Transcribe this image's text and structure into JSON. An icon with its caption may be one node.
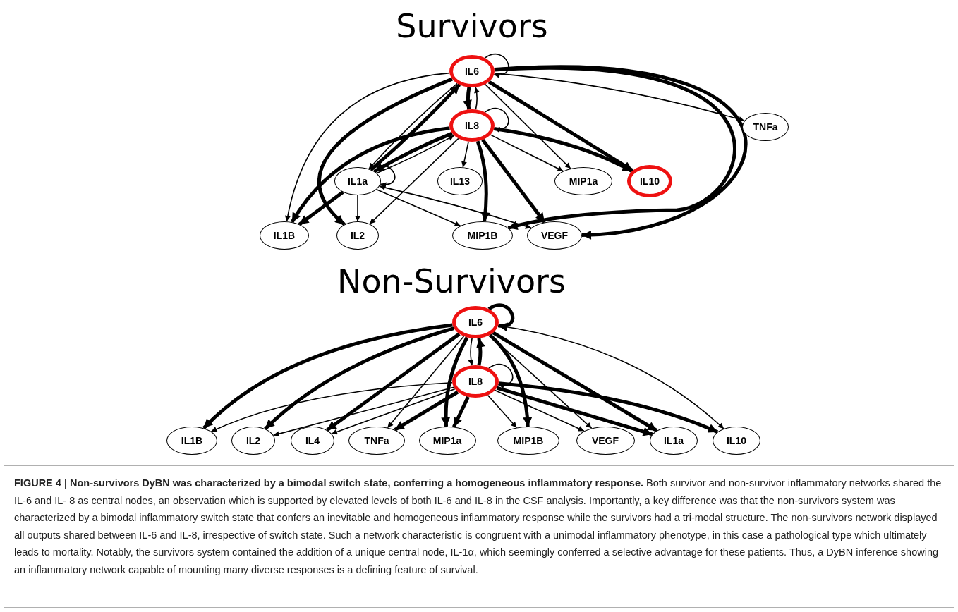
{
  "diagram": {
    "caption": "**FIGURE 4 | Non-survivors DyBN was characterized by a bimodal switch state, conferring a homogeneous inflammatory response.** Both survivor and non-survivor inflammatory networks shared the IL-6 and IL- 8 as central nodes, an observation which is supported by elevated levels of both IL-6 and IL-8 in the CSF analysis. Importantly, a key difference was that the non-survivors system was characterized by a bimodal inflammatory switch state that confers an inevitable and homogeneous inflammatory response while the survivors had a tri-modal structure. The non-survivors network displayed all outputs shared between IL-6 and IL-8, irrespective of switch state. Such a network characteristic is congruent with a unimodal inflammatory phenotype, in this case a pathological type which ultimately leads to mortality. Notably, the survivors system contained the addition of a unique central node, IL-1α, which seemingly conferred a selective advantage for these patients. Thus, a DyBN inference showing an inflammatory network capable of mounting many diverse responses is a defining feature of survival.",
    "labels": [
      "Survivors",
      "Non-Survivors"
    ],
    "nodes": [
      {
        "text": [
          "IL6"
        ]
      },
      {
        "text": [
          "IL8"
        ]
      },
      {
        "text": [
          "TNFa"
        ]
      },
      {
        "text": [
          "IL1a"
        ]
      },
      {
        "text": [
          "IL13"
        ]
      },
      {
        "text": [
          "MIP1a"
        ]
      },
      {
        "text": [
          "IL10"
        ]
      },
      {
        "text": [
          "IL1B"
        ]
      },
      {
        "text": [
          "IL2"
        ]
      },
      {
        "text": [
          "MIP1B"
        ]
      },
      {
        "text": [
          "VEGF"
        ]
      },
      {
        "text": [
          "IL6"
        ]
      },
      {
        "text": [
          "IL8"
        ]
      },
      {
        "text": [
          "IL1B"
        ]
      },
      {
        "text": [
          "IL2"
        ]
      },
      {
        "text": [
          "IL4"
        ]
      },
      {
        "text": [
          "TNFa"
        ]
      },
      {
        "text": [
          "MIP1a"
        ]
      },
      {
        "text": [
          "MIP1B"
        ]
      },
      {
        "text": [
          "VEGF"
        ]
      },
      {
        "text": [
          "IL1a"
        ]
      },
      {
        "text": [
          "IL10"
        ]
      }
    ],
    "edges": [
      {
        "from": 0,
        "to": 0,
        "arrow": "to"
      },
      {
        "from": 0,
        "to": 1,
        "arrow": "to",
        "style": "thick"
      },
      {
        "from": 1,
        "to": 0,
        "arrow": "to"
      },
      {
        "from": 1,
        "to": 1,
        "arrow": "to"
      },
      {
        "from": 0,
        "to": 7,
        "arrow": "to"
      },
      {
        "from": 0,
        "to": 8,
        "arrow": "to",
        "style": "thick"
      },
      {
        "from": 1,
        "to": 7,
        "arrow": "to",
        "style": "thick"
      },
      {
        "from": 0,
        "to": 3,
        "arrow": "to"
      },
      {
        "from": 3,
        "to": 0,
        "arrow": "to",
        "style": "thick"
      },
      {
        "from": 1,
        "to": 3,
        "arrow": "to",
        "style": "thick"
      },
      {
        "from": 3,
        "to": 1,
        "arrow": "to"
      },
      {
        "from": 3,
        "to": 3,
        "arrow": "to"
      },
      {
        "from": 3,
        "to": 7,
        "arrow": "to",
        "style": "thick"
      },
      {
        "from": 3,
        "to": 8,
        "arrow": "to"
      },
      {
        "from": 3,
        "to": 9,
        "arrow": "to"
      },
      {
        "from": 3,
        "to": 10,
        "arrow": "both"
      },
      {
        "from": 1,
        "to": 8,
        "arrow": "to"
      },
      {
        "from": 1,
        "to": 4,
        "arrow": "to"
      },
      {
        "from": 1,
        "to": 9,
        "arrow": "to",
        "style": "thick"
      },
      {
        "from": 1,
        "to": 10,
        "arrow": "to",
        "style": "thick"
      },
      {
        "from": 1,
        "to": 5,
        "arrow": "to"
      },
      {
        "from": 1,
        "to": 6,
        "arrow": "to",
        "style": "thick"
      },
      {
        "from": 0,
        "to": 5,
        "arrow": "to"
      },
      {
        "from": 0,
        "to": 6,
        "arrow": "to",
        "style": "thick"
      },
      {
        "from": 0,
        "to": 2,
        "arrow": "to"
      },
      {
        "from": 0,
        "to": 9,
        "arrow": "to",
        "style": "thick"
      },
      {
        "from": 0,
        "to": 10,
        "arrow": "to",
        "style": "thick"
      },
      {
        "from": 11,
        "to": 11,
        "arrow": "to",
        "style": "thick"
      },
      {
        "from": 11,
        "to": 12,
        "arrow": "to"
      },
      {
        "from": 12,
        "to": 11,
        "arrow": "to",
        "style": "thick"
      },
      {
        "from": 12,
        "to": 12,
        "arrow": "to"
      },
      {
        "from": 11,
        "to": 13,
        "arrow": "to",
        "style": "thick"
      },
      {
        "from": 11,
        "to": 14,
        "arrow": "to",
        "style": "thick"
      },
      {
        "from": 11,
        "to": 15,
        "arrow": "to",
        "style": "thick"
      },
      {
        "from": 11,
        "to": 16,
        "arrow": "to"
      },
      {
        "from": 11,
        "to": 17,
        "arrow": "to",
        "style": "thick"
      },
      {
        "from": 11,
        "to": 18,
        "arrow": "to",
        "style": "thick"
      },
      {
        "from": 11,
        "to": 19,
        "arrow": "to"
      },
      {
        "from": 11,
        "to": 20,
        "arrow": "to",
        "style": "thick"
      },
      {
        "from": 11,
        "to": 21,
        "arrow": "to"
      },
      {
        "from": 12,
        "to": 13,
        "arrow": "to"
      },
      {
        "from": 12,
        "to": 14,
        "arrow": "to"
      },
      {
        "from": 12,
        "to": 15,
        "arrow": "to"
      },
      {
        "from": 12,
        "to": 16,
        "arrow": "to",
        "style": "thick"
      },
      {
        "from": 12,
        "to": 17,
        "arrow": "to",
        "style": "thick"
      },
      {
        "from": 12,
        "to": 18,
        "arrow": "to"
      },
      {
        "from": 12,
        "to": 19,
        "arrow": "to"
      },
      {
        "from": 12,
        "to": 20,
        "arrow": "to",
        "style": "thick"
      },
      {
        "from": 12,
        "to": 21,
        "arrow": "to",
        "style": "thick"
      }
    ]
  }
}
